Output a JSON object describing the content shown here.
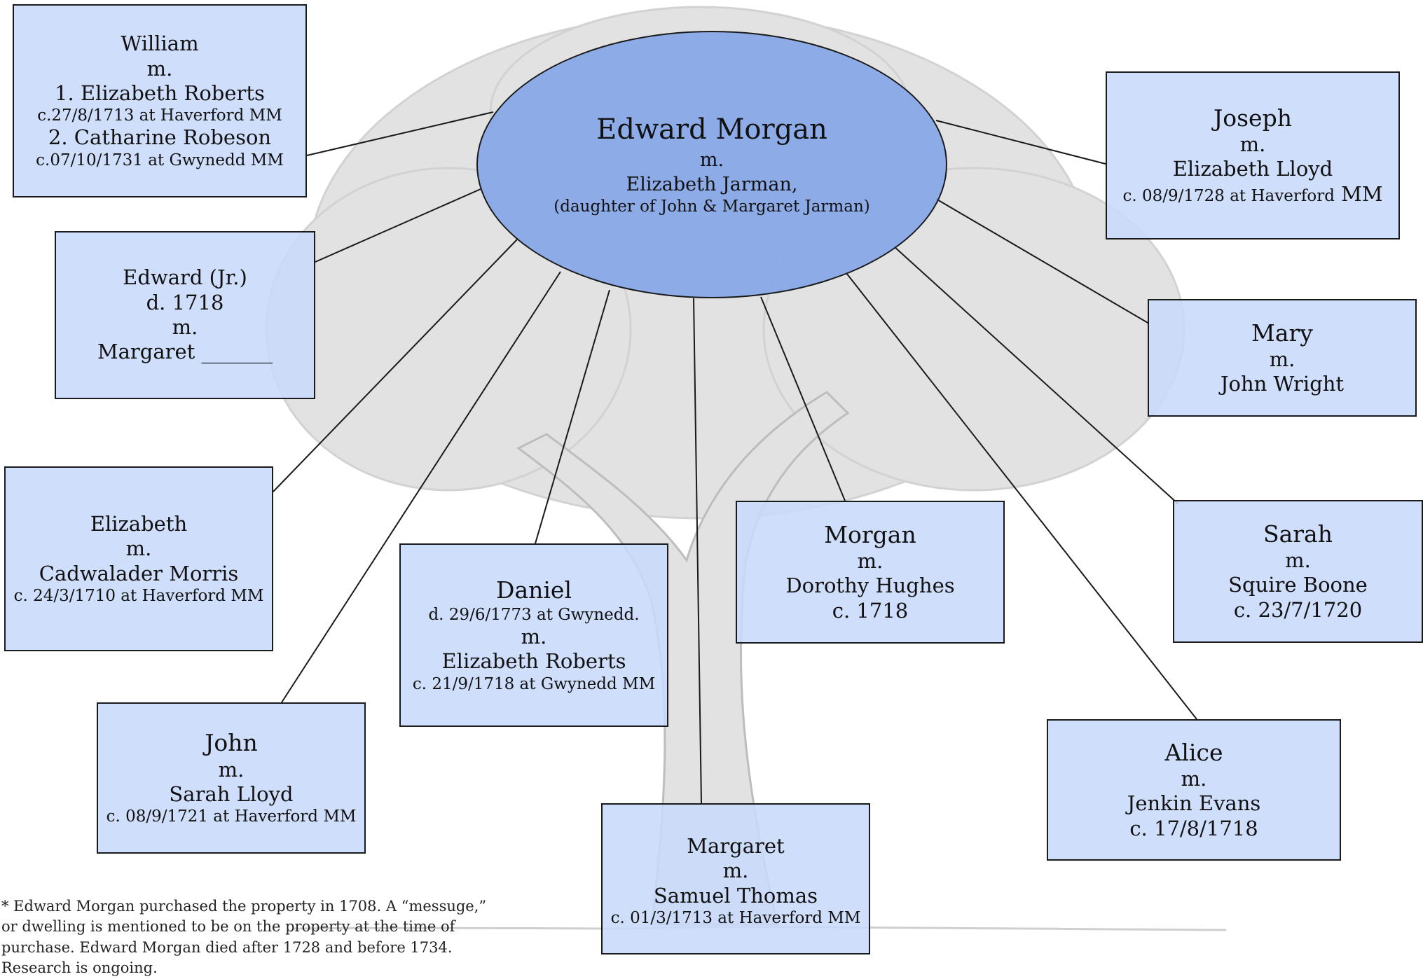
{
  "center": {
    "name": "Edward Morgan",
    "m": "m.",
    "spouse": "Elizabeth Jarman,",
    "note": "(daughter of John & Margaret Jarman)"
  },
  "children": {
    "william": {
      "name": "William",
      "m": "m.",
      "spouse1": "1.   Elizabeth Roberts",
      "date1": "c.27/8/1713 at Haverford MM",
      "spouse2": "2.   Catharine Robeson",
      "date2": "c.07/10/1731 at Gwynedd MM"
    },
    "edward": {
      "name": "Edward (Jr.)",
      "death": "d. 1718",
      "m": "m.",
      "spouse": "Margaret _______"
    },
    "elizabeth": {
      "name": "Elizabeth",
      "m": "m.",
      "spouse": "Cadwalader Morris",
      "date": "c. 24/3/1710 at Haverford MM"
    },
    "john": {
      "name": "John",
      "m": "m.",
      "spouse": "Sarah Lloyd",
      "date": "c. 08/9/1721 at Haverford MM"
    },
    "daniel": {
      "name": "Daniel",
      "death": "d. 29/6/1773 at Gwynedd.",
      "m": "m.",
      "spouse": "Elizabeth Roberts",
      "date": "c. 21/9/1718 at Gwynedd MM"
    },
    "margaret": {
      "name": "Margaret",
      "m": "m.",
      "spouse": "Samuel Thomas",
      "date": "c. 01/3/1713 at Haverford MM"
    },
    "morgan": {
      "name": "Morgan",
      "m": "m.",
      "spouse": "Dorothy Hughes",
      "date": "c. 1718"
    },
    "alice": {
      "name": "Alice",
      "m": "m.",
      "spouse": "Jenkin Evans",
      "date": "c. 17/8/1718"
    },
    "sarah": {
      "name": "Sarah",
      "m": "m.",
      "spouse": "Squire Boone",
      "date": "c. 23/7/1720"
    },
    "mary": {
      "name": "Mary",
      "m": "m.",
      "spouse": "John Wright"
    },
    "joseph": {
      "name": "Joseph",
      "m": "m.",
      "spouse": "Elizabeth Lloyd",
      "date_prefix": "c. 08/9/1728 at Haverford",
      "date_suffix": " MM"
    }
  },
  "footnote": "* Edward Morgan purchased the property in 1708. A “messuge,” or dwelling is mentioned to be on the property at the time of purchase. Edward Morgan died after 1728 and before 1734.  Research is ongoing.",
  "colors": {
    "box_fill": "#c8dafa",
    "ellipse_fill": "#84a5e8",
    "tree": "#c9c9c9"
  }
}
